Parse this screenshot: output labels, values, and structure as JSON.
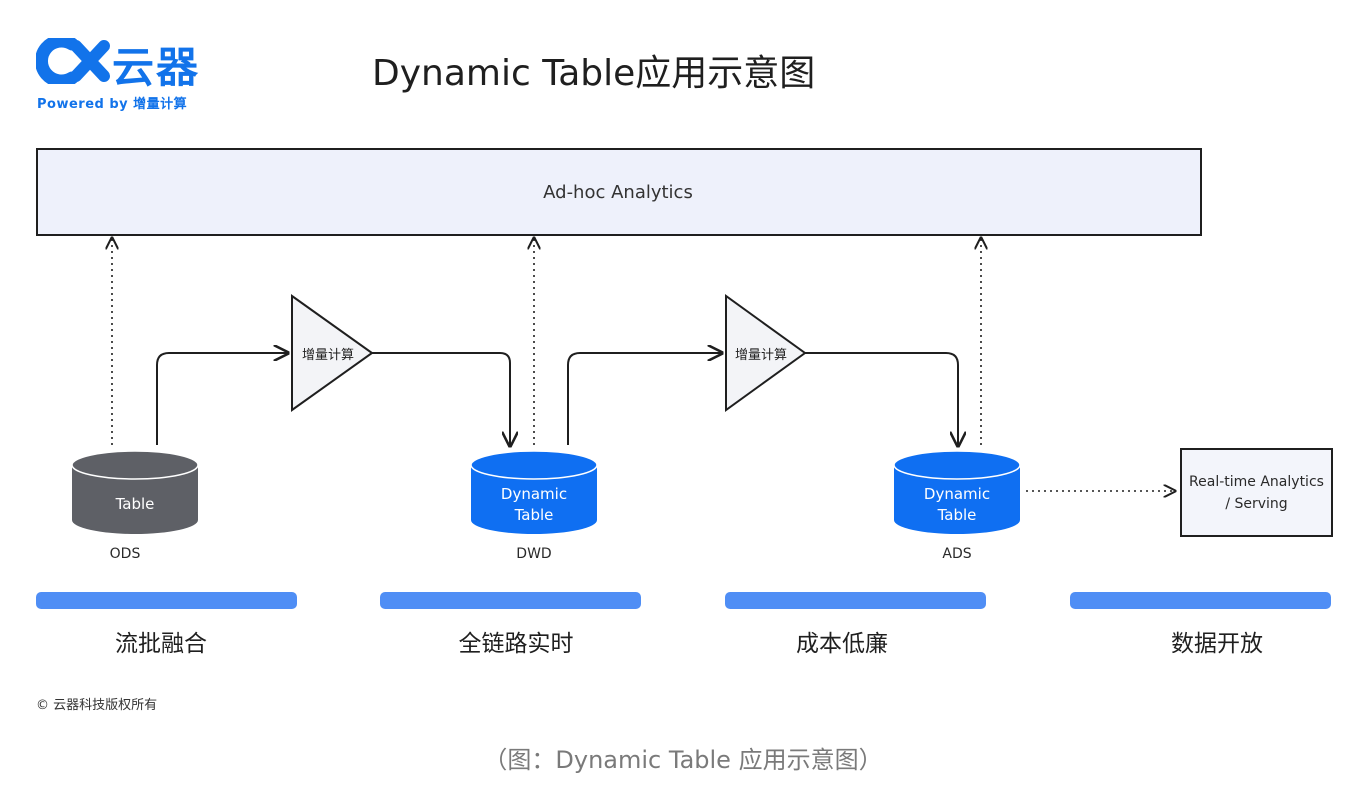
{
  "logo": {
    "brand": "云器",
    "tagline": "Powered by 增量计算",
    "color": "#1273ea"
  },
  "title": "Dynamic Table应用示意图",
  "adhoc": {
    "label": "Ad-hoc Analytics"
  },
  "compute_nodes": [
    {
      "label": "增量计算"
    },
    {
      "label": "增量计算"
    }
  ],
  "tables": [
    {
      "lines": [
        "Table"
      ],
      "layer": "ODS",
      "color": "#5e6066"
    },
    {
      "lines": [
        "Dynamic",
        "Table"
      ],
      "layer": "DWD",
      "color": "#0f6ff2"
    },
    {
      "lines": [
        "Dynamic",
        "Table"
      ],
      "layer": "ADS",
      "color": "#0f6ff2"
    }
  ],
  "realtime": {
    "line1": "Real-time Analytics",
    "line2": "/ Serving"
  },
  "benefits": [
    {
      "label": "流批融合"
    },
    {
      "label": "全链路实时"
    },
    {
      "label": "成本低廉"
    },
    {
      "label": "数据开放"
    }
  ],
  "bar_color": "#4f8ef5",
  "copyright": "© 云器科技版权所有",
  "caption": "（图：Dynamic Table 应用示意图）"
}
